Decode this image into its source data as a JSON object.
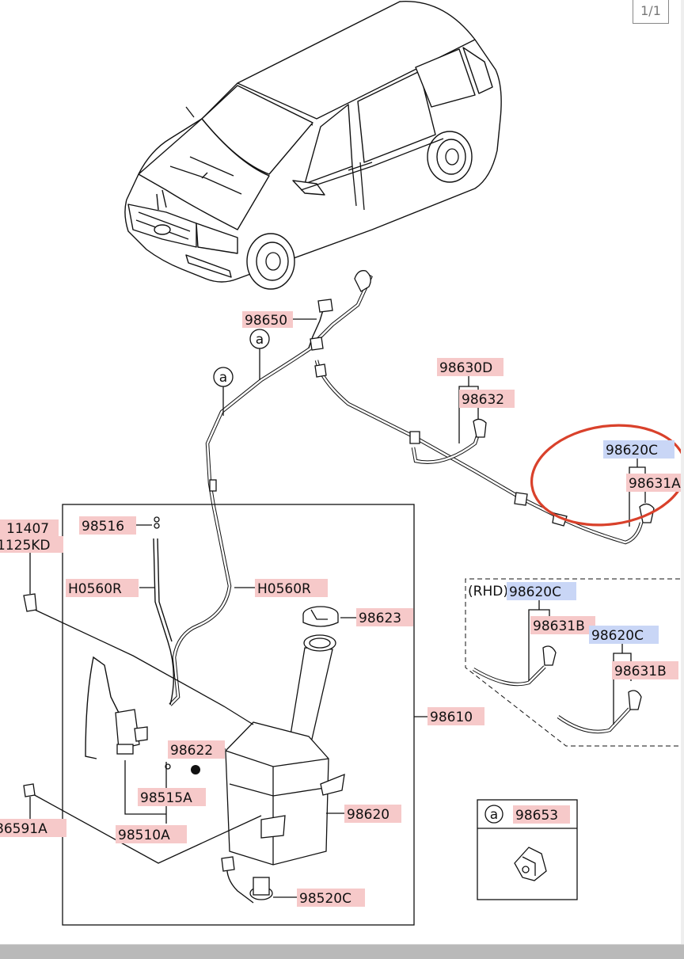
{
  "page_indicator": "1/1",
  "colors": {
    "highlight_red": "#f6c9c9",
    "highlight_blue": "#c9d6f6",
    "circle": "#d9412b"
  },
  "callouts": {
    "a1": "a",
    "a2": "a",
    "a_box": "a"
  },
  "labels": {
    "p98650": "98650",
    "p98630D": "98630D",
    "p98632": "98632",
    "p98620C_top": "98620C",
    "p98631A": "98631A",
    "p98516": "98516",
    "p11407": "11407",
    "p1125KD": "1125KD",
    "h0560R_left": "H0560R",
    "h0560R_right": "H0560R",
    "p98623": "98623",
    "p98610": "98610",
    "p98622": "98622",
    "p98515A": "98515A",
    "p86591A": "86591A",
    "p98510A": "98510A",
    "p98620": "98620",
    "p98520C": "98520C",
    "rhd": "(RHD)",
    "p98620C_rhd1": "98620C",
    "p98631B_rhd1": "98631B",
    "p98620C_rhd2": "98620C",
    "p98631B_rhd2": "98631B",
    "p98653": "98653"
  }
}
